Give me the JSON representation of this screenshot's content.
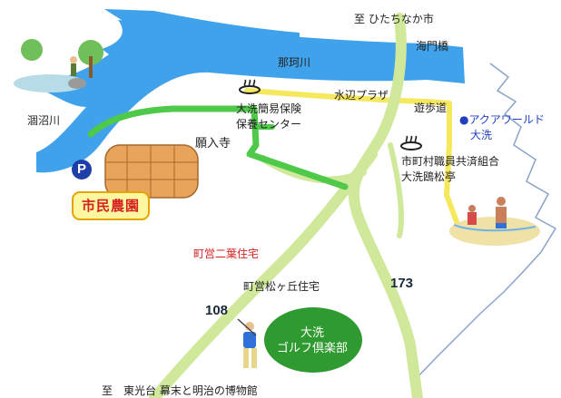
{
  "labels": {
    "to_hitachinaka": "至 ひたちなか市",
    "kaimonbashi": "海門橋",
    "nakagawa": "那珂川",
    "hinumagawa": "涸沼川",
    "hoken_center": "大洗簡易保険\n保養センター",
    "ganyuji": "願入寺",
    "mizube_plaza": "水辺プラザ",
    "yuhodo": "遊歩道",
    "aquaworld": "●アクアワールド\n　大洗",
    "shichoson_kumiai": "市町村職員共済組合\n大洗鴎松亭",
    "futaba_jutaku": "町営二葉住宅",
    "matsugaoka_jutaku": "町営松ヶ丘住宅",
    "route_108": "108",
    "route_173": "173",
    "golf": "大洗\nゴルフ倶楽部",
    "to_tokodai": "至　東光台 幕末と明治の博物館",
    "parking": "P",
    "shimin_noen": "市民農園"
  },
  "colors": {
    "river": "#3fa2ea",
    "green_road": "#4ec94a",
    "light_road": "#cfe89a",
    "yellow_path": "#f5e85c",
    "coast_line": "#8aa3c9",
    "farm": "#e8a45a",
    "golf": "#2f9a2f"
  }
}
